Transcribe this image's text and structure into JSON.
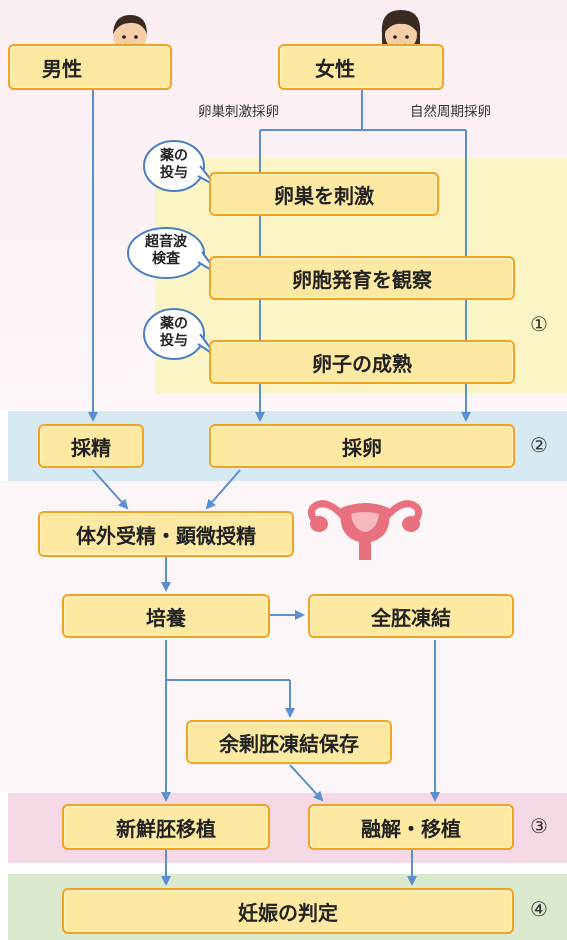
{
  "nodes": {
    "male": "男性",
    "female": "女性",
    "stimulate": "卵巣を刺激",
    "observe": "卵胞発育を観察",
    "maturation": "卵子の成熟",
    "sperm": "採精",
    "egg": "採卵",
    "fertilization": "体外受精・顕微授精",
    "culture": "培養",
    "freeze_all": "全胚凍結",
    "surplus": "余剰胚凍結保存",
    "fresh": "新鮮胚移植",
    "thaw": "融解・移植",
    "judge": "妊娠の判定"
  },
  "branch_labels": {
    "stimulated": "卵巣刺激採卵",
    "natural": "自然周期採卵"
  },
  "bubbles": {
    "drug1": [
      "薬の",
      "投与"
    ],
    "ultrasound": [
      "超音波",
      "検査"
    ],
    "drug2": [
      "薬の",
      "投与"
    ]
  },
  "stage_markers": [
    "①",
    "②",
    "③",
    "④"
  ],
  "colors": {
    "box_fill": "#fde9a1",
    "box_border": "#f2a420",
    "arrow": "#5b8fd0",
    "stage1": "#fbf5c6",
    "stage2": "#d7eaf4",
    "stage3": "#f6d9e6",
    "stage4": "#dbe9cf"
  },
  "icons": [
    "male-person-icon",
    "female-person-icon",
    "uterus-icon"
  ]
}
